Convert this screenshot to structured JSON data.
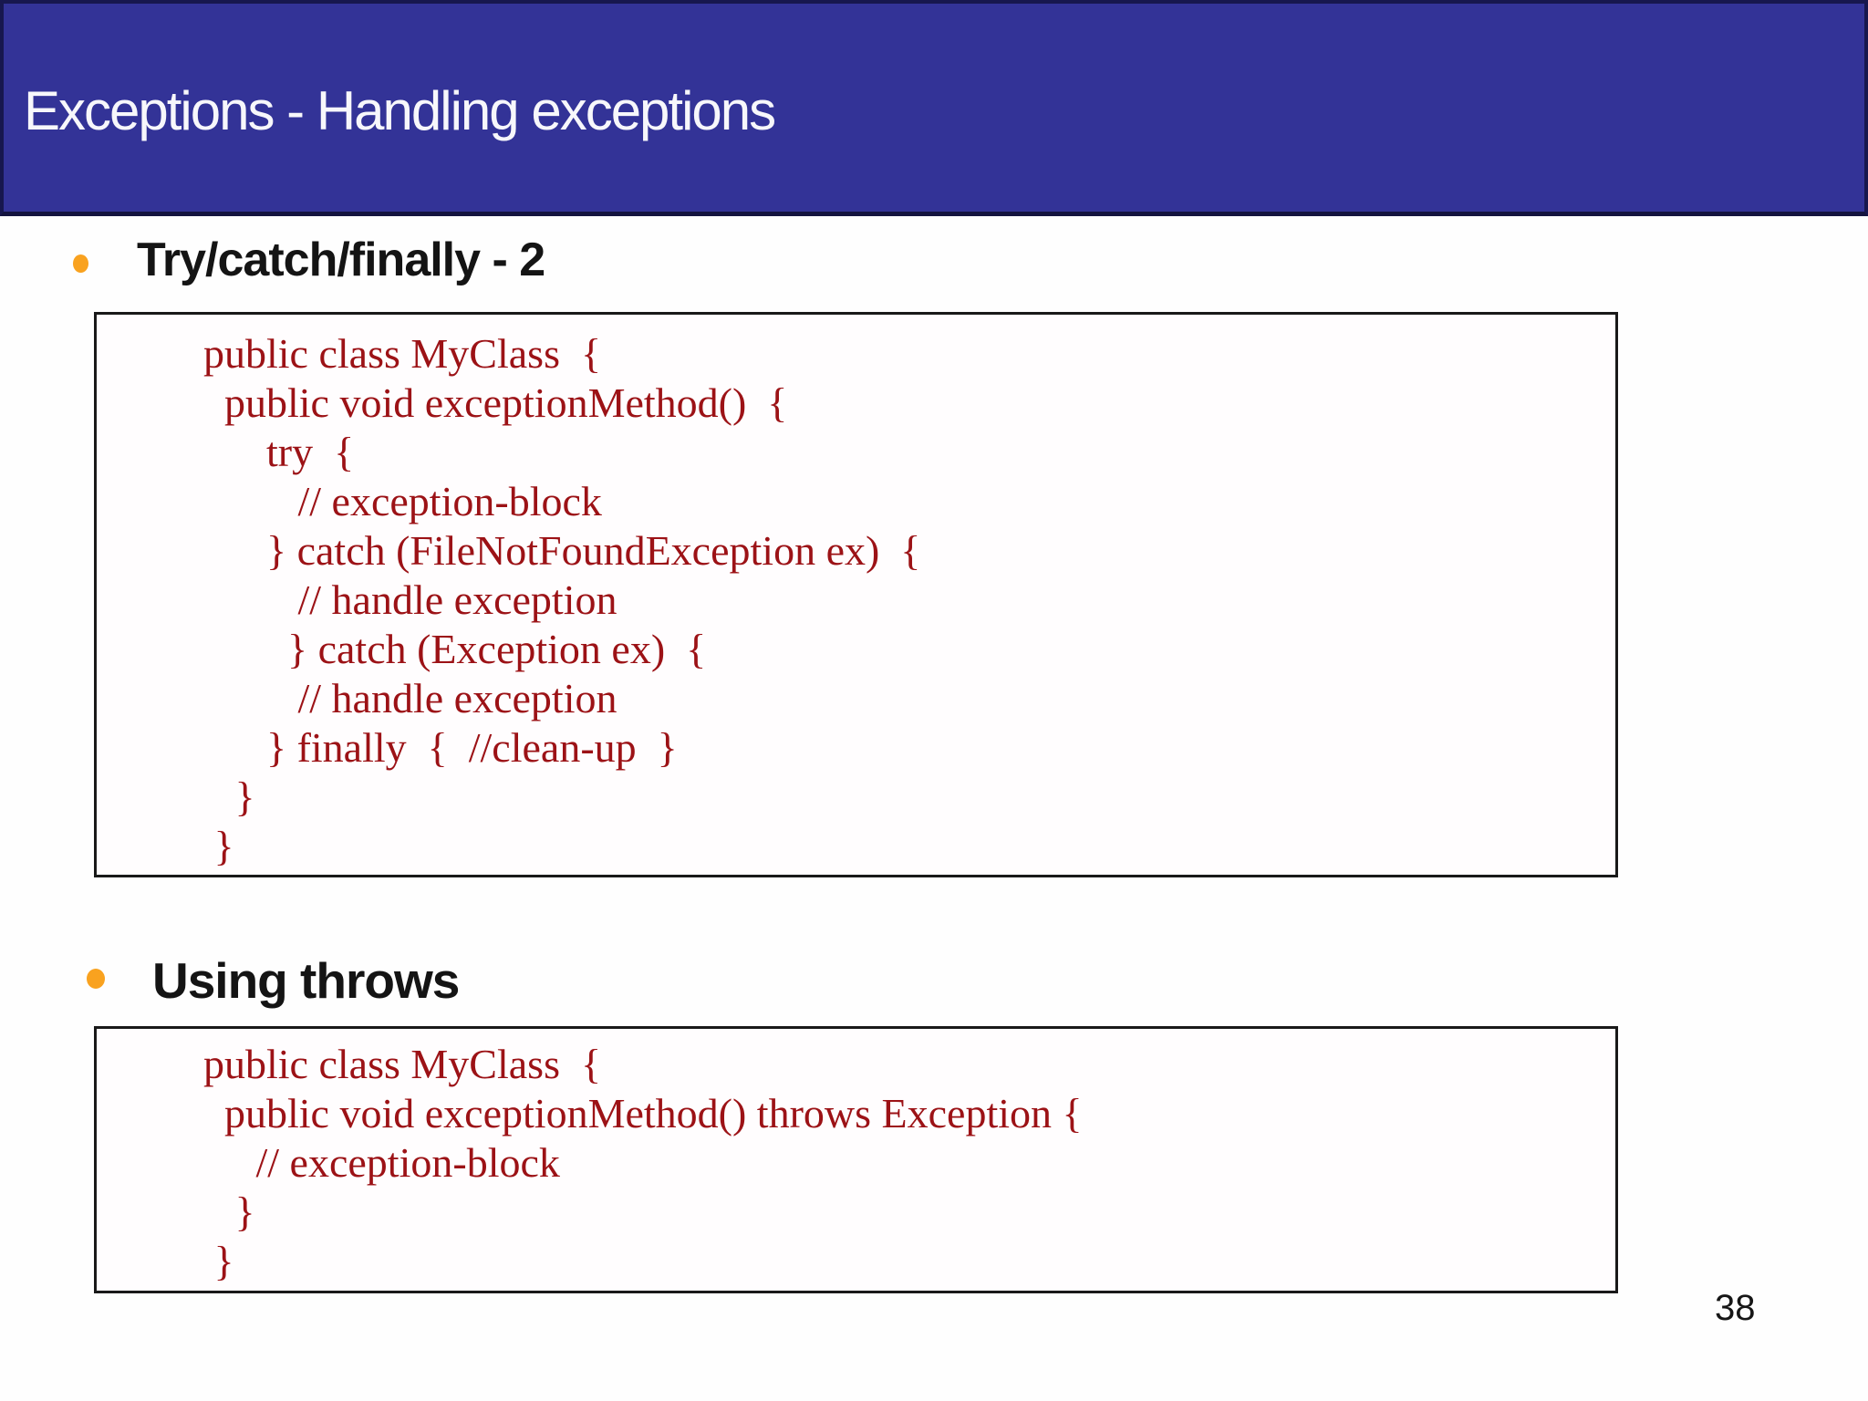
{
  "slide": {
    "header": {
      "title": "Exceptions - Handling exceptions"
    },
    "sections": [
      {
        "bullet_label": "Try/catch/finally - 2",
        "code_lines": [
          "public class MyClass  {",
          "  public void exceptionMethod()  {",
          "      try  {",
          "         // exception-block",
          "      } catch (FileNotFoundException ex)  {",
          "         // handle exception",
          "        } catch (Exception ex)  {",
          "         // handle exception",
          "      } finally  {  //clean-up  }",
          "   }",
          " }"
        ]
      },
      {
        "bullet_label": "Using throws",
        "code_lines": [
          "public class MyClass  {",
          "  public void exceptionMethod() throws Exception {",
          "     // exception-block",
          "   }",
          " }"
        ]
      }
    ],
    "page_number": "38",
    "colors": {
      "header_bg": "#333397",
      "header_text": "#f7f7fb",
      "code_text": "#9c1216",
      "bullet_orange": "#f9a21f",
      "box_border": "#191919",
      "body_text": "#141414"
    }
  }
}
